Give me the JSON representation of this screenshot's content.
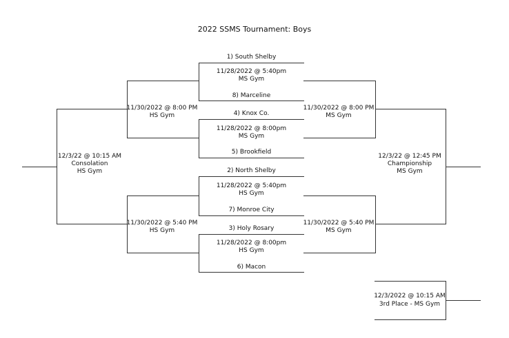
{
  "title": "2022 SSMS Tournament: Boys",
  "games": {
    "g1": {
      "top_team": "1) South Shelby",
      "date": "11/28/2022 @ 5:40pm",
      "venue": "MS Gym",
      "bottom_team": "8) Marceline"
    },
    "g2": {
      "top_team": "4) Knox Co.",
      "date": "11/28/2022 @ 8:00pm",
      "venue": "MS Gym",
      "bottom_team": "5) Brookfield"
    },
    "g3": {
      "top_team": "2) North Shelby",
      "date": "11/28/2022 @ 5:40pm",
      "venue": "HS Gym",
      "bottom_team": "7) Monroe City"
    },
    "g4": {
      "top_team": "3) Holy Rosary",
      "date": "11/28/2022 @ 8:00pm",
      "venue": "HS Gym",
      "bottom_team": "6) Macon"
    }
  },
  "semis": {
    "left_top": {
      "date": "11/30/2022 @ 8:00 PM",
      "venue": "HS Gym"
    },
    "right_top": {
      "date": "11/30/2022 @ 8:00 PM",
      "venue": "MS Gym"
    },
    "left_bottom": {
      "date": "11/30/2022 @ 5:40 PM",
      "venue": "HS Gym"
    },
    "right_bottom": {
      "date": "11/30/2022 @ 5:40 PM",
      "venue": "MS Gym"
    }
  },
  "consolation": {
    "date": "12/3/22 @ 10:15 AM",
    "label": "Consolation",
    "venue": "HS Gym"
  },
  "championship": {
    "date": "12/3/22 @ 12:45 PM",
    "label": "Championship",
    "venue": "MS Gym"
  },
  "third_place": {
    "date": "12/3/2022 @ 10:15 AM",
    "label": "3rd Place - MS Gym"
  }
}
